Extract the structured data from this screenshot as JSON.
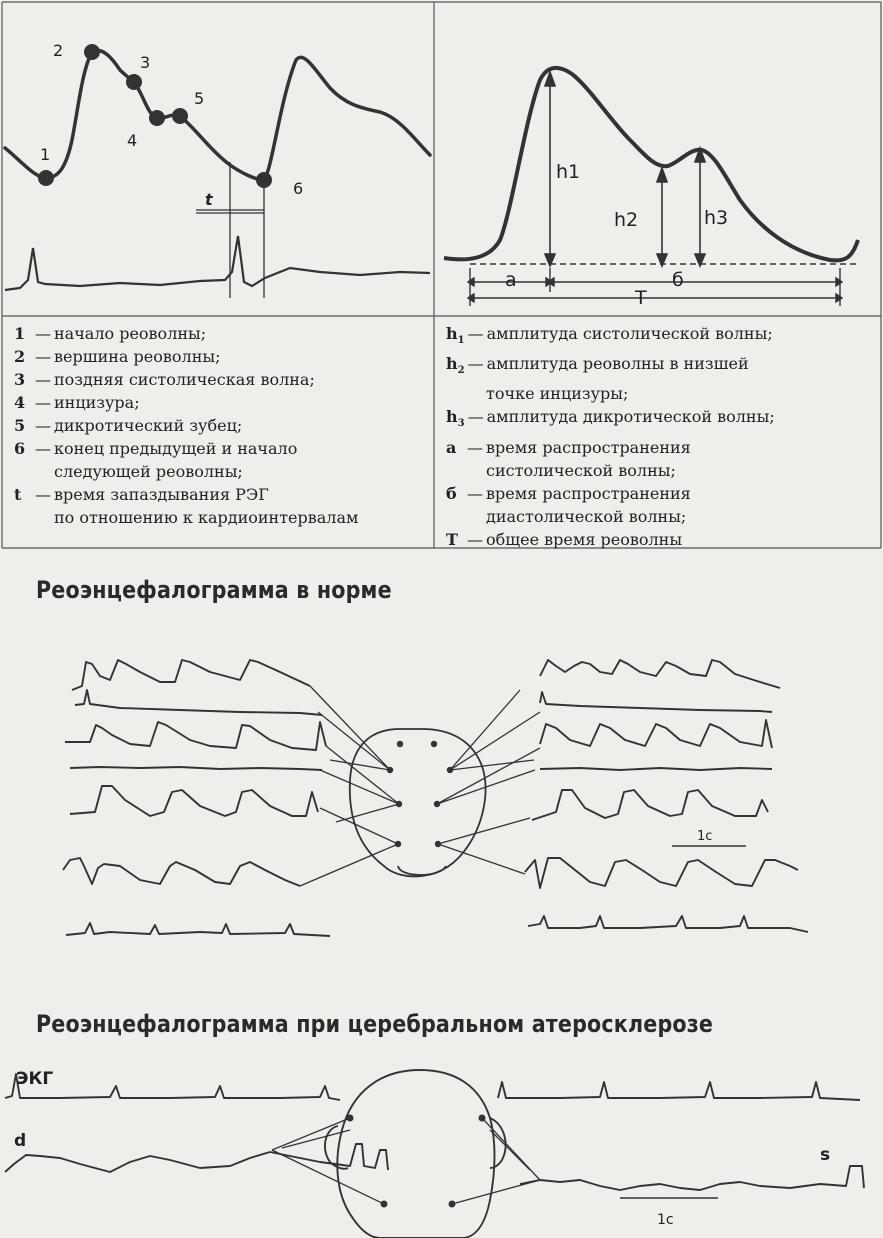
{
  "top_left": {
    "points": [
      "1",
      "2",
      "3",
      "4",
      "5",
      "6"
    ],
    "t_label": "t"
  },
  "top_right": {
    "labels": {
      "h1": "h1",
      "h2": "h2",
      "h3": "h3",
      "a": "a",
      "b": "б",
      "T": "T"
    }
  },
  "legend_left": [
    {
      "key": "1",
      "text": "начало реоволны;"
    },
    {
      "key": "2",
      "text": "вершина реоволны;"
    },
    {
      "key": "3",
      "text": "поздняя систолическая волна;"
    },
    {
      "key": "4",
      "text": "инцизура;"
    },
    {
      "key": "5",
      "text": "дикротический зубец;"
    },
    {
      "key": "6",
      "text": "конец предыдущей и начало",
      "cont": "следующей реоволны;"
    },
    {
      "key": "t",
      "text": "время запаздывания РЭГ",
      "cont": "по отношению к кардиоинтервалам"
    }
  ],
  "legend_right": [
    {
      "key": "h",
      "sub": "1",
      "text": "амплитуда систолической волны;"
    },
    {
      "key": "h",
      "sub": "2",
      "text": "амплитуда реоволны в низшей",
      "cont": "точке инцизуры;"
    },
    {
      "key": "h",
      "sub": "3",
      "text": "амплитуда дикротической волны;"
    },
    {
      "key": "а",
      "text": "время распространения",
      "cont": "систолической волны;"
    },
    {
      "key": "б",
      "text": "время распространения",
      "cont": "диастолической волны;"
    },
    {
      "key": "T",
      "text": "общее время реоволны"
    }
  ],
  "section_normal": {
    "title": "Реоэнцефалограмма в норме",
    "scale_label": "1с"
  },
  "section_sclerosis": {
    "title": "Реоэнцефалограмма при церебральном атеросклерозе",
    "ekg_label": "ЭКГ",
    "left_label": "d",
    "right_label": "s",
    "scale_label": "1с"
  }
}
